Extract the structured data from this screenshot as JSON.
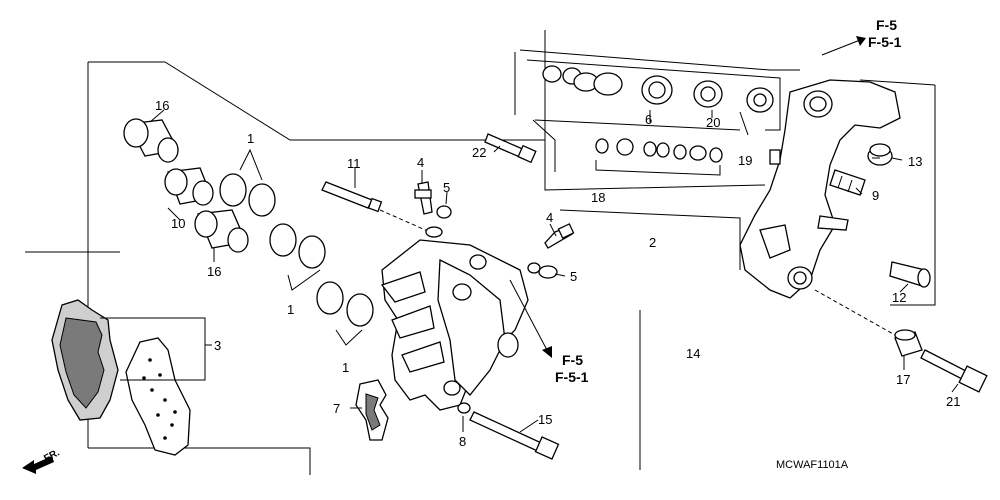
{
  "diagram": {
    "code": "MCWAF1101A",
    "front_mark": "FR.",
    "refs": {
      "top_a": "F-5",
      "top_b": "F-5-1",
      "mid_a": "F-5",
      "mid_b": "F-5-1"
    },
    "labels": {
      "n1a": "1",
      "n1b": "1",
      "n1c": "1",
      "n2": "2",
      "n3": "3",
      "n4a": "4",
      "n4b": "4",
      "n5a": "5",
      "n5b": "5",
      "n6": "6",
      "n7": "7",
      "n8": "8",
      "n9": "9",
      "n10": "10",
      "n11": "11",
      "n12": "12",
      "n13": "13",
      "n14": "14",
      "n15": "15",
      "n16a": "16",
      "n16b": "16",
      "n17": "17",
      "n18": "18",
      "n19": "19",
      "n20": "20",
      "n21": "21",
      "n22": "22"
    }
  }
}
